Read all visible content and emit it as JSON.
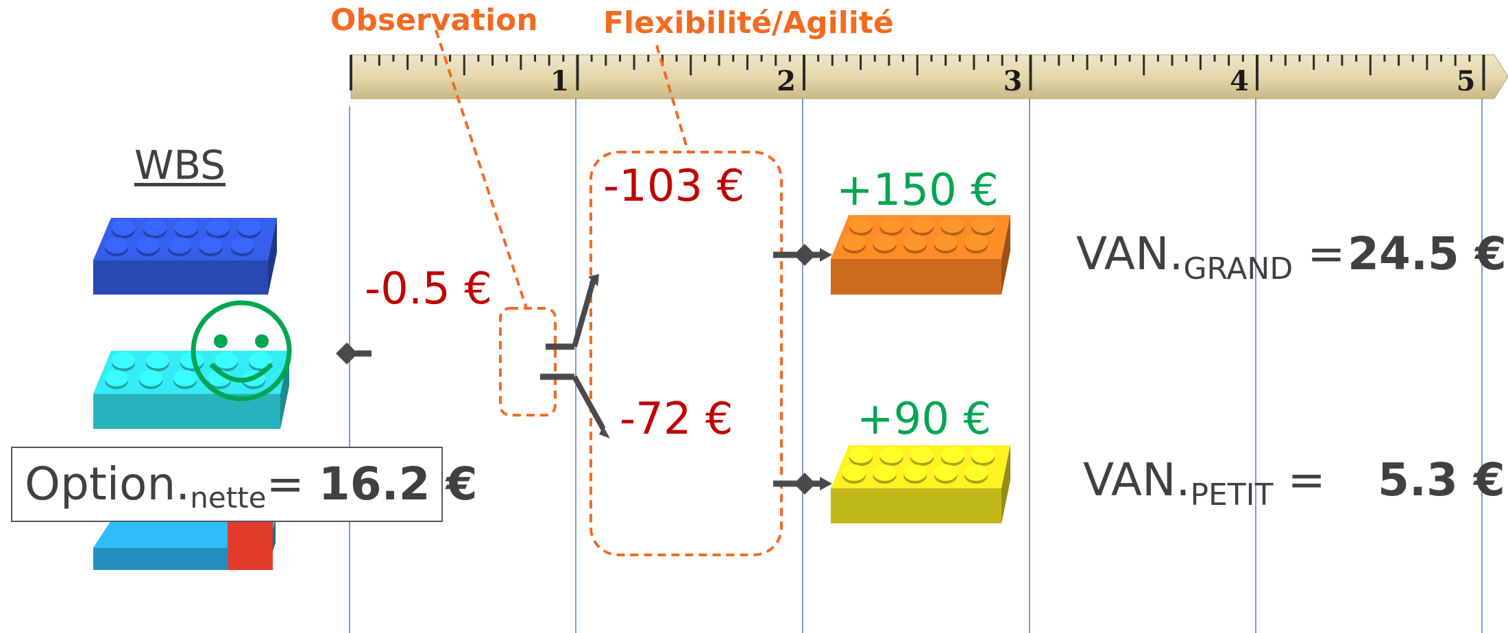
{
  "top_labels": {
    "observation": "Observation",
    "flexibility": "Flexibilité/Agilité"
  },
  "ruler_numbers": [
    "1",
    "2",
    "3",
    "4",
    "5"
  ],
  "wbs_title": "WBS",
  "costs": {
    "initial": "-0.5 €",
    "branch_up": "-103 €",
    "branch_down": "-72 €"
  },
  "gains": {
    "large": "+150 €",
    "small": "+90 €"
  },
  "van_grand": {
    "prefix": "VAN.",
    "sub": "GRAND",
    "eq": " = ",
    "value": "24.5 €"
  },
  "van_petit": {
    "prefix": "VAN.",
    "sub": "PETIT",
    "eq": " = ",
    "value": "5.3 €"
  },
  "option": {
    "prefix": "Option.",
    "sub": "nette",
    "eq": "= ",
    "value": "16.2 €"
  },
  "colors": {
    "accent_orange": "#f26a21",
    "cost_red": "#c00000",
    "gain_green": "#00a651",
    "grid_blue": "#4a7bc8",
    "brick_blue": "#2f55d4",
    "brick_cyan": "#2ed3dc",
    "brick_orange": "#f07d22",
    "brick_yellow": "#e3d81f",
    "brick_red": "#e23b2b"
  }
}
